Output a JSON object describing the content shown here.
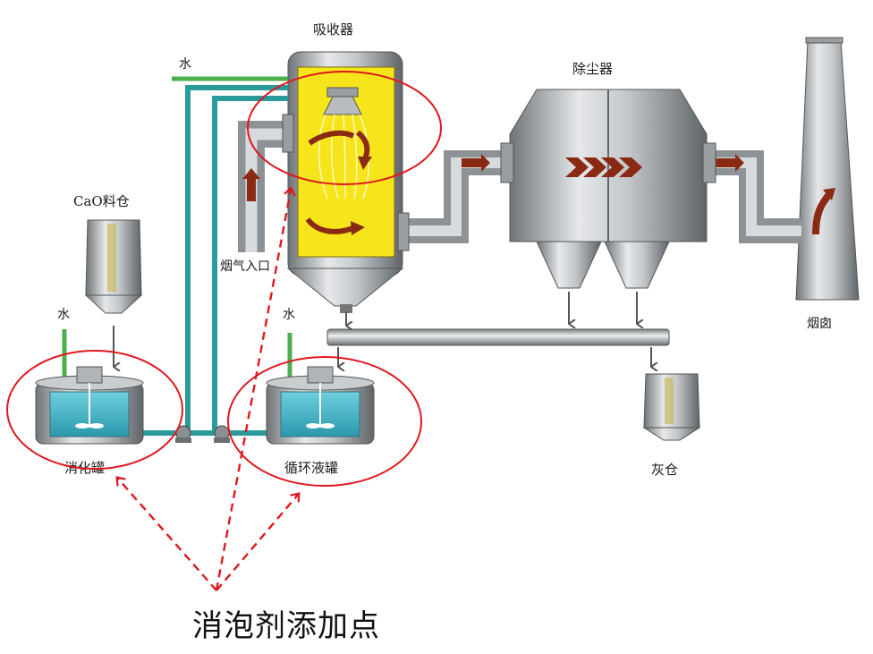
{
  "labels": {
    "absorber": "吸收器",
    "dust_collector": "除尘器",
    "cao_silo": "CaO料仓",
    "water_top": "水",
    "water_left": "水",
    "water_mid": "水",
    "flue_gas_inlet": "烟气入口",
    "chimney": "烟囱",
    "slaking_tank": "消化罐",
    "circulation_tank": "循环液罐",
    "ash_silo": "灰仓"
  },
  "caption": "消泡剂添加点",
  "colors": {
    "highlight_circle": "#e0181f",
    "absorber_inner": "#f5e51a",
    "flow_arrow": "#8b2a14",
    "water_pipe": "#4cae4c",
    "liquid_pipe": "#2b9a9a",
    "tank_liquid": "#3fb3c7"
  }
}
